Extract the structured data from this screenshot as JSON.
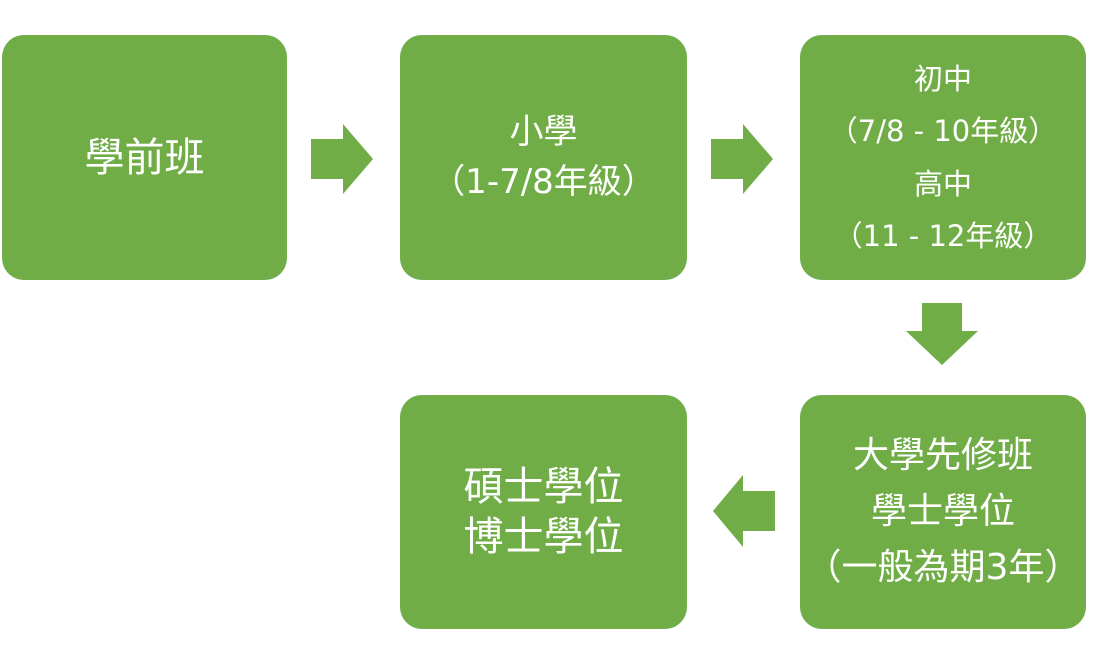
{
  "colors": {
    "box_fill": "#70ad47",
    "arrow_fill": "#70ad47",
    "text": "#ffffff",
    "background": "#ffffff"
  },
  "steps": {
    "preschool": {
      "line1": "學前班"
    },
    "primary": {
      "line1": "小學",
      "line2": "（1-7/8年級）"
    },
    "secondary": {
      "junior_title": "初中",
      "junior_grades": "（7/8 - 10年級）",
      "senior_title": "高中",
      "senior_grades": "（11 - 12年級）"
    },
    "university": {
      "line1": "大學先修班",
      "line2": "學士學位",
      "line3": "（一般為期3年）"
    },
    "postgraduate": {
      "line1": "碩士學位",
      "line2": "博士學位"
    }
  },
  "arrows": [
    {
      "id": "preschool-to-primary",
      "direction": "right"
    },
    {
      "id": "primary-to-secondary",
      "direction": "right"
    },
    {
      "id": "secondary-to-university",
      "direction": "down"
    },
    {
      "id": "university-to-postgraduate",
      "direction": "left"
    }
  ]
}
